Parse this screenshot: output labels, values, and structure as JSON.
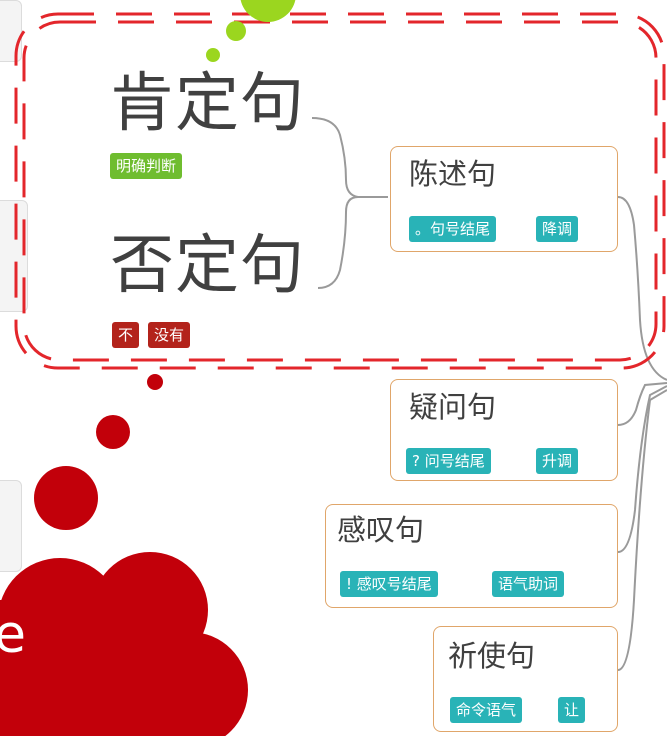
{
  "top_left": {
    "affirmative": {
      "title": "肯定句",
      "tags": [
        "明确判断"
      ]
    },
    "negative": {
      "title": "否定句",
      "tags": [
        "不",
        "没有"
      ]
    }
  },
  "nodes": {
    "declarative": {
      "title": "陈述句",
      "tags": [
        "。句号结尾",
        "降调"
      ]
    },
    "interrogative": {
      "title": "疑问句",
      "tags": [
        "? 问号结尾",
        "升调"
      ]
    },
    "exclamatory": {
      "title": "感叹句",
      "tags": [
        "! 感叹号结尾",
        "语气助词"
      ]
    },
    "imperative": {
      "title": "祈使句",
      "tags": [
        "命令语气",
        "让"
      ]
    }
  },
  "colors": {
    "tag_green": "#6fbd2f",
    "tag_dark_red": "#b3231b",
    "tag_teal": "#29b3b7",
    "node_border": "#e0a66a",
    "dashed_frame": "#e3262b",
    "thought_bubble": "#c2000a",
    "lime_bubble": "#9bd61f",
    "connector": "#9a9a9a"
  }
}
